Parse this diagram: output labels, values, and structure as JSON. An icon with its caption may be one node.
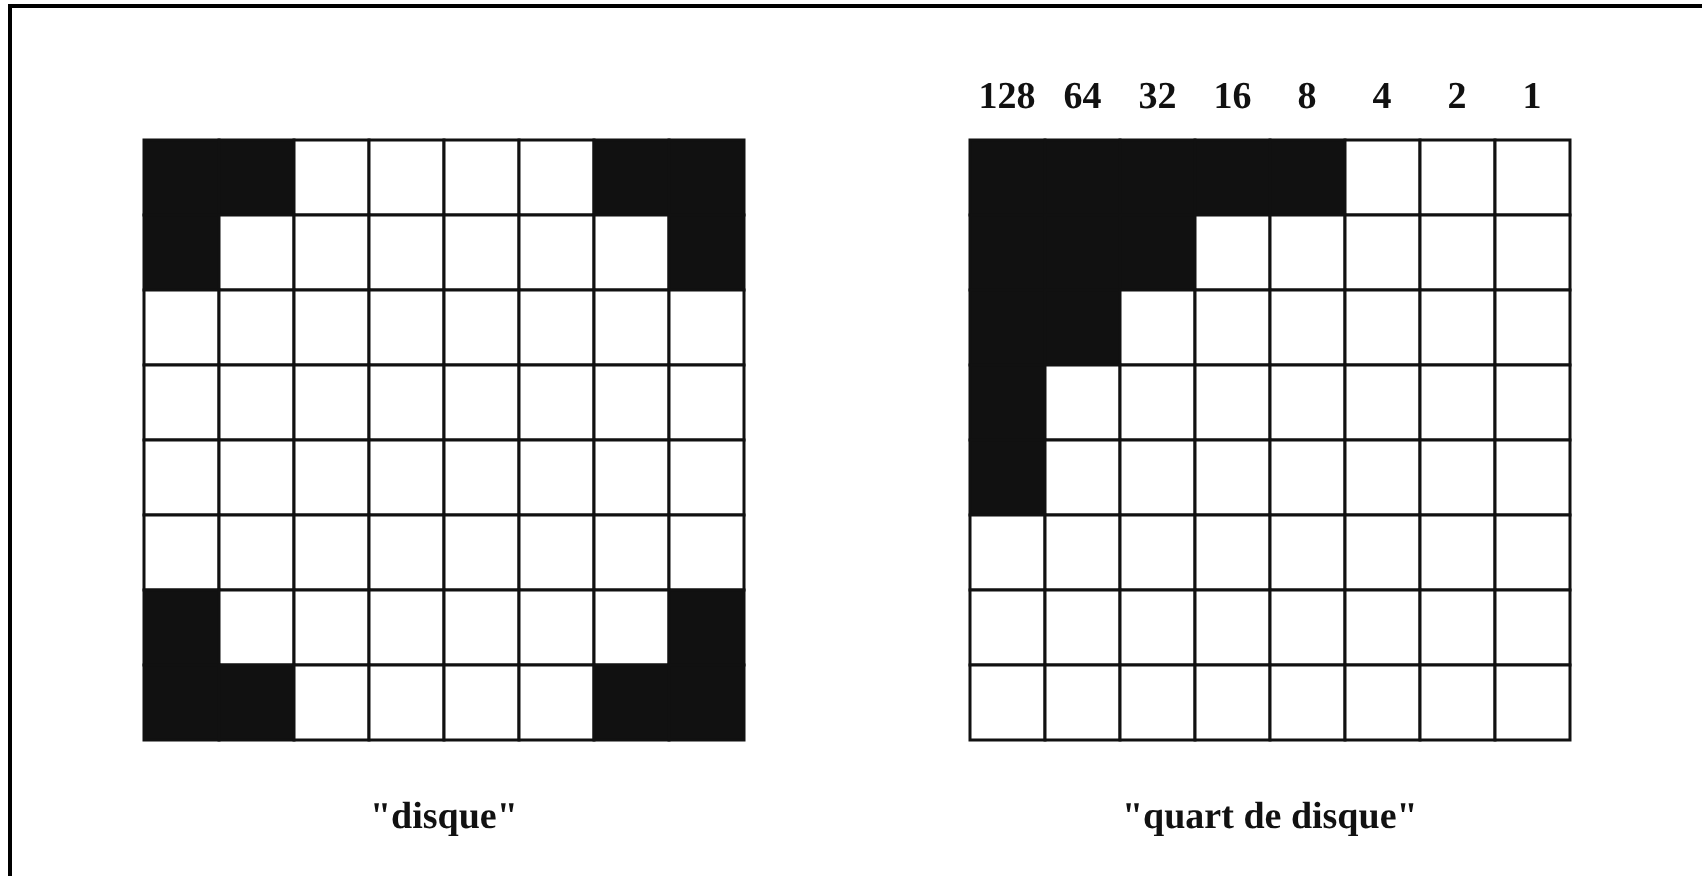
{
  "diagram": {
    "labels": [
      "128",
      "64",
      "32",
      "16",
      "8",
      "4",
      "2",
      "1",
      "\"disque\"",
      "\"quart de disque\""
    ]
  }
}
